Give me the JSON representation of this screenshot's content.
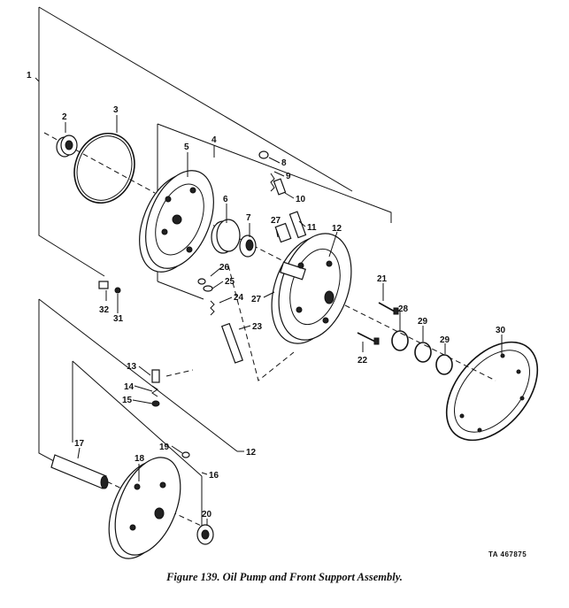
{
  "figure": {
    "caption": "Figure 139. Oil Pump and Front Support Assembly.",
    "reference": "TA 467875"
  },
  "callouts": [
    "1",
    "2",
    "3",
    "4",
    "5",
    "6",
    "7",
    "8",
    "9",
    "10",
    "11",
    "12",
    "12",
    "13",
    "14",
    "15",
    "16",
    "17",
    "18",
    "19",
    "20",
    "21",
    "22",
    "23",
    "24",
    "25",
    "26",
    "27",
    "27",
    "28",
    "29",
    "29",
    "30",
    "31",
    "32"
  ]
}
